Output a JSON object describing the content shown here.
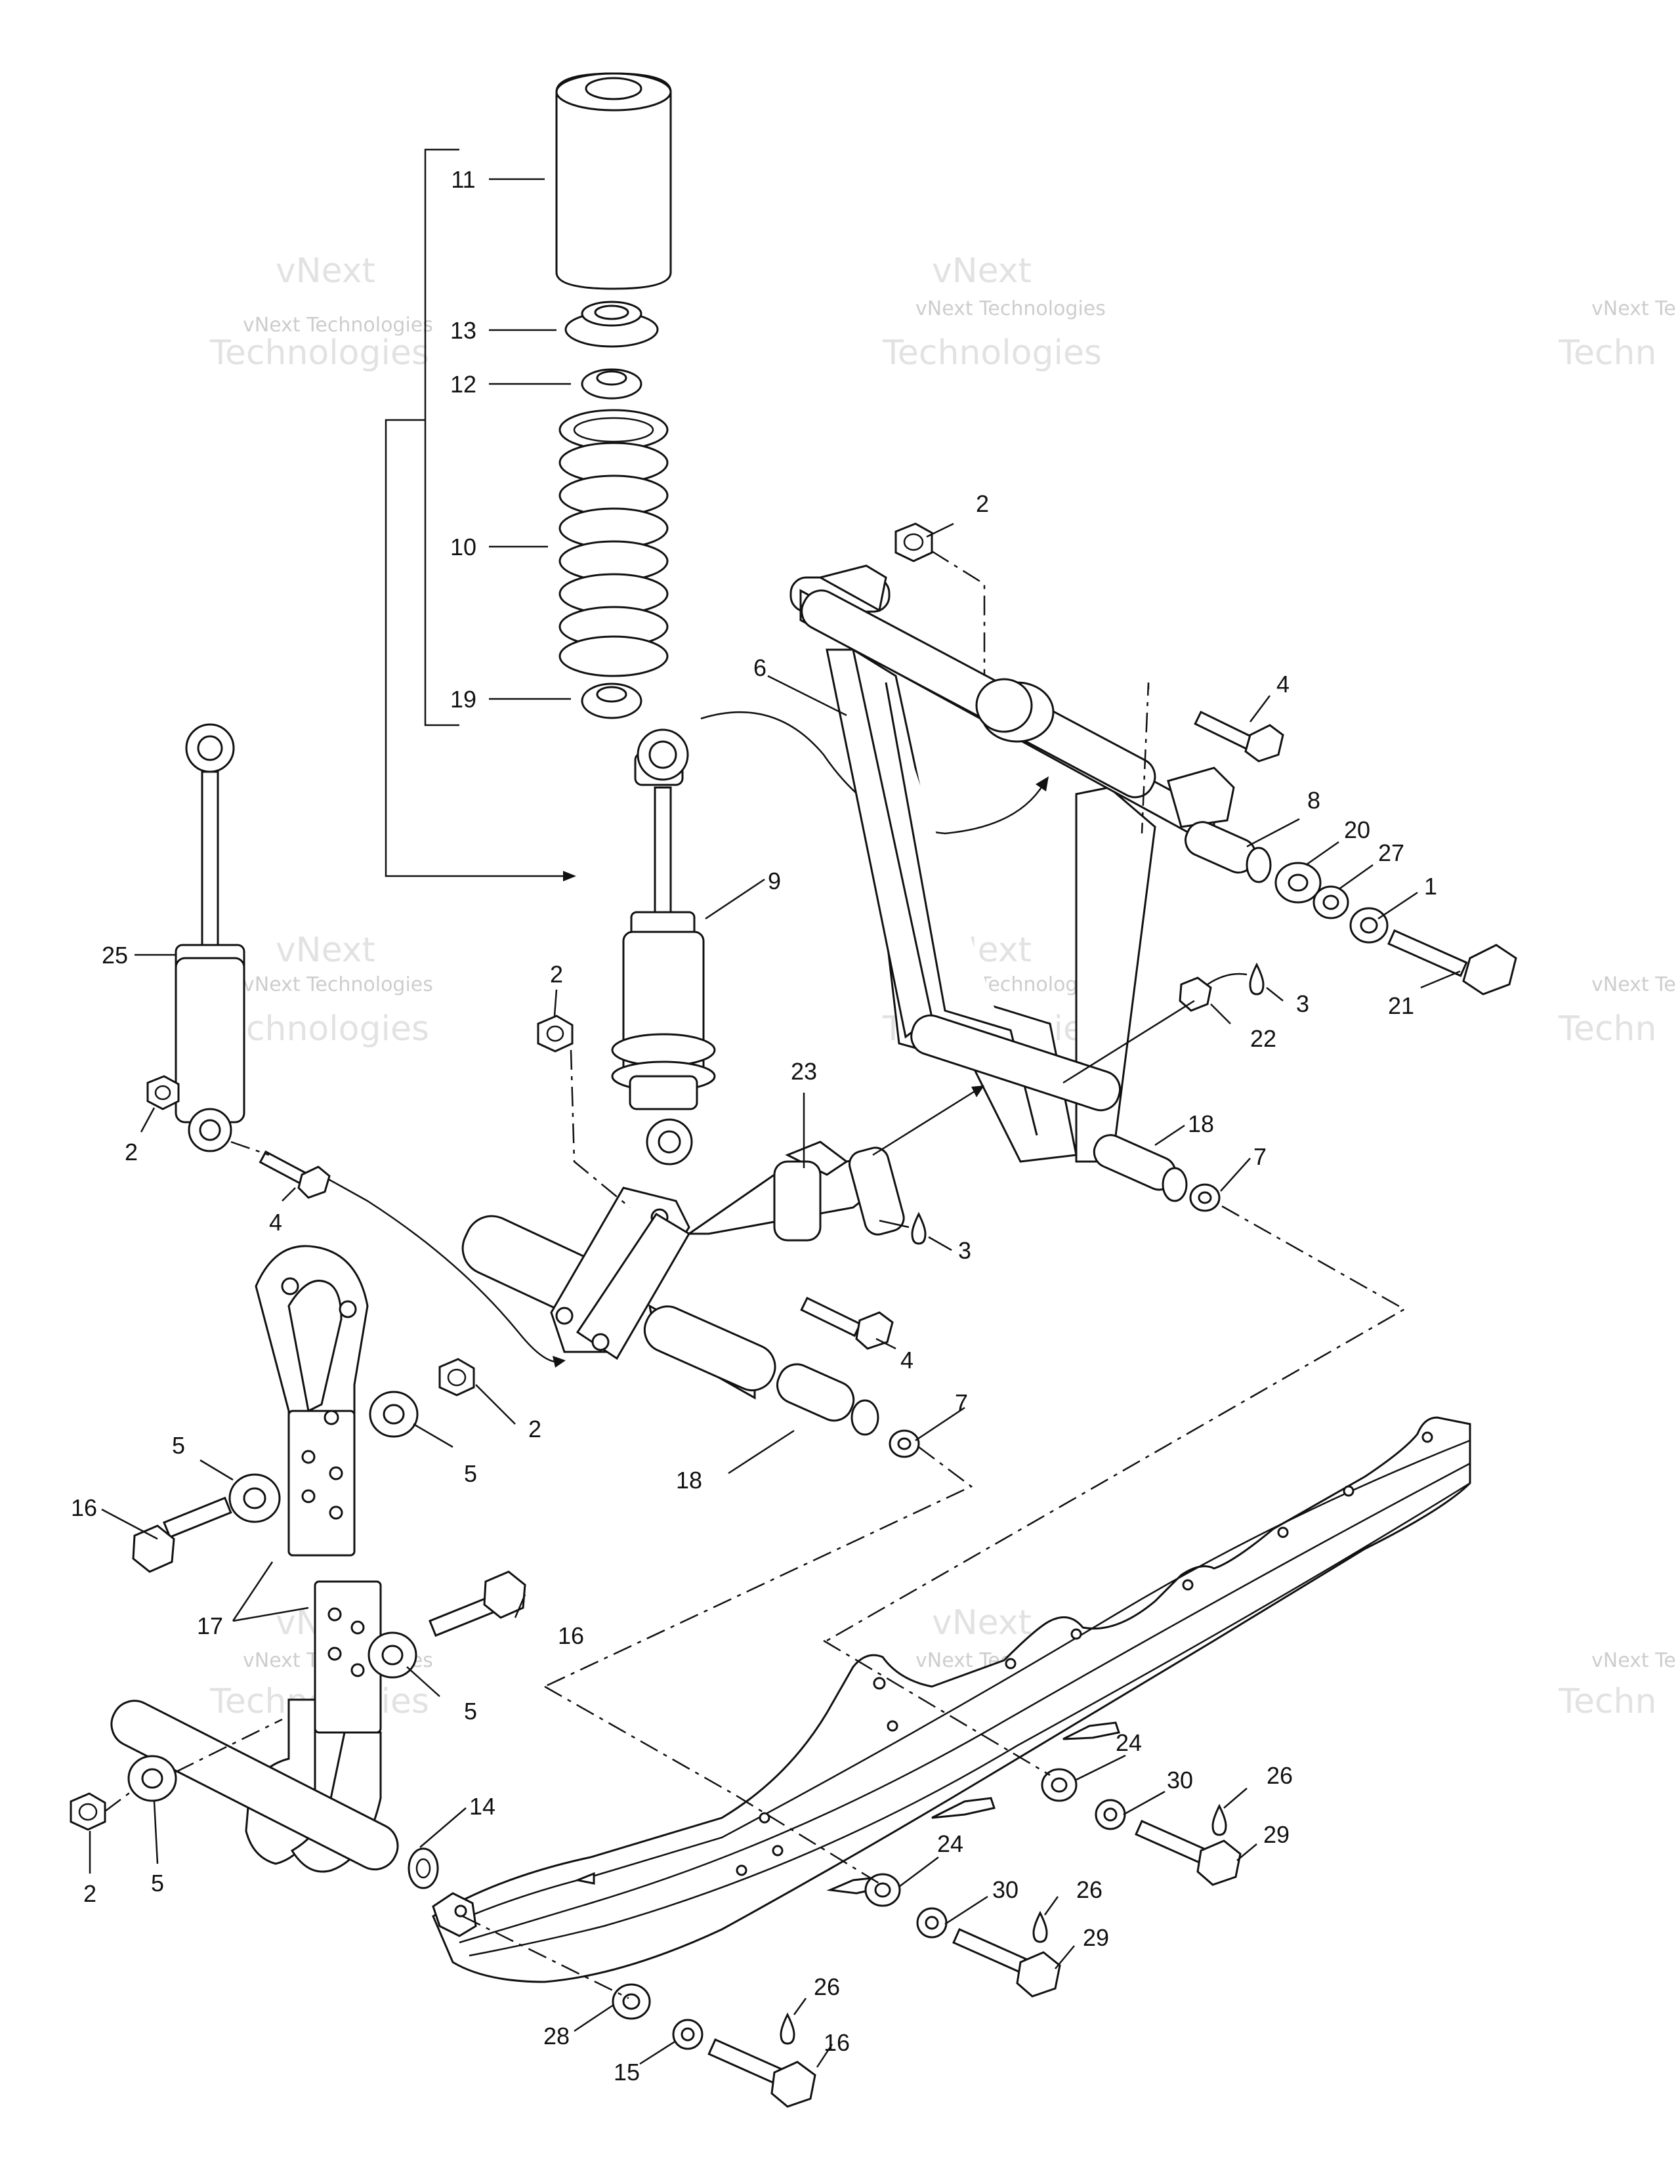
{
  "callouts": [
    {
      "text": "11"
    },
    {
      "text": "13"
    },
    {
      "text": "12"
    },
    {
      "text": "10"
    },
    {
      "text": "19"
    },
    {
      "text": "2"
    },
    {
      "text": "6"
    },
    {
      "text": "4"
    },
    {
      "text": "8"
    },
    {
      "text": "20"
    },
    {
      "text": "27"
    },
    {
      "text": "1"
    },
    {
      "text": "21"
    },
    {
      "text": "3"
    },
    {
      "text": "22"
    },
    {
      "text": "9"
    },
    {
      "text": "25"
    },
    {
      "text": "2"
    },
    {
      "text": "2"
    },
    {
      "text": "23"
    },
    {
      "text": "18"
    },
    {
      "text": "7"
    },
    {
      "text": "4"
    },
    {
      "text": "3"
    },
    {
      "text": "4"
    },
    {
      "text": "2"
    },
    {
      "text": "5"
    },
    {
      "text": "5"
    },
    {
      "text": "16"
    },
    {
      "text": "7"
    },
    {
      "text": "18"
    },
    {
      "text": "17"
    },
    {
      "text": "16"
    },
    {
      "text": "5"
    },
    {
      "text": "24"
    },
    {
      "text": "30"
    },
    {
      "text": "26"
    },
    {
      "text": "29"
    },
    {
      "text": "14"
    },
    {
      "text": "2"
    },
    {
      "text": "5"
    },
    {
      "text": "24"
    },
    {
      "text": "30"
    },
    {
      "text": "26"
    },
    {
      "text": "29"
    },
    {
      "text": "26"
    },
    {
      "text": "28"
    },
    {
      "text": "16"
    },
    {
      "text": "15"
    }
  ],
  "watermark": {
    "line1": "vNext Technologies",
    "line2_a": "vNext",
    "line2_b": "Technologies",
    "partial1": "vNext Te",
    "partial2": "Techn"
  }
}
